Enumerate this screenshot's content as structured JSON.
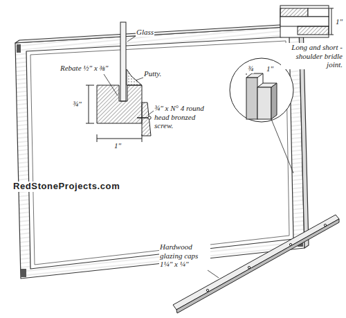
{
  "diagram": {
    "labels": [
      "Glass",
      "Rebate ½\" x ⅜\"",
      "Putty.",
      "¾\"",
      "1\"",
      "¾\" x N° 4 round head bronzed screw.",
      "¾",
      "1\"",
      "1\"",
      "Long and short - shoulder bridle joint.",
      "RedStoneProjects.com",
      "Hardwood glazing caps 1¼\" x ¼\""
    ]
  }
}
